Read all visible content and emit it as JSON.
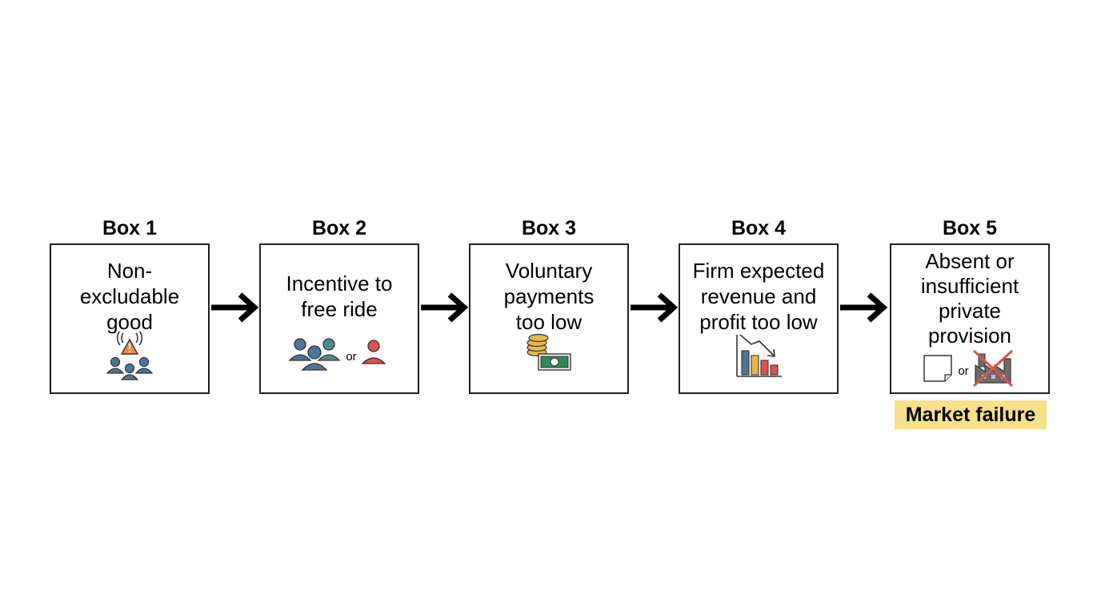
{
  "boxes": [
    {
      "label": "Box 1",
      "text": "Non-\nexcludable\ngood",
      "icon": "broadcast-people-icon"
    },
    {
      "label": "Box 2",
      "text": "Incentive to\nfree ride",
      "icon": "group-or-person-icon",
      "or_text": "or"
    },
    {
      "label": "Box 3",
      "text": "Voluntary\npayments\ntoo low",
      "icon": "coins-banknote-icon"
    },
    {
      "label": "Box 4",
      "text": "Firm expected\nrevenue and\nprofit too low",
      "icon": "declining-bar-chart-icon"
    },
    {
      "label": "Box 5",
      "text": "Absent or\ninsufficient\nprivate\nprovision",
      "icon": "blank-page-or-crossed-factory-icon",
      "or_text": "or"
    }
  ],
  "outcome": {
    "label": "Market failure",
    "color": "#f7e08a"
  },
  "colors": {
    "blue": "#4f7498",
    "teal": "#4f8a8b",
    "red": "#d9534f",
    "orange": "#f08c3c",
    "gold": "#e8b84a",
    "green": "#2e8b57",
    "gray": "#6b6b6b"
  }
}
